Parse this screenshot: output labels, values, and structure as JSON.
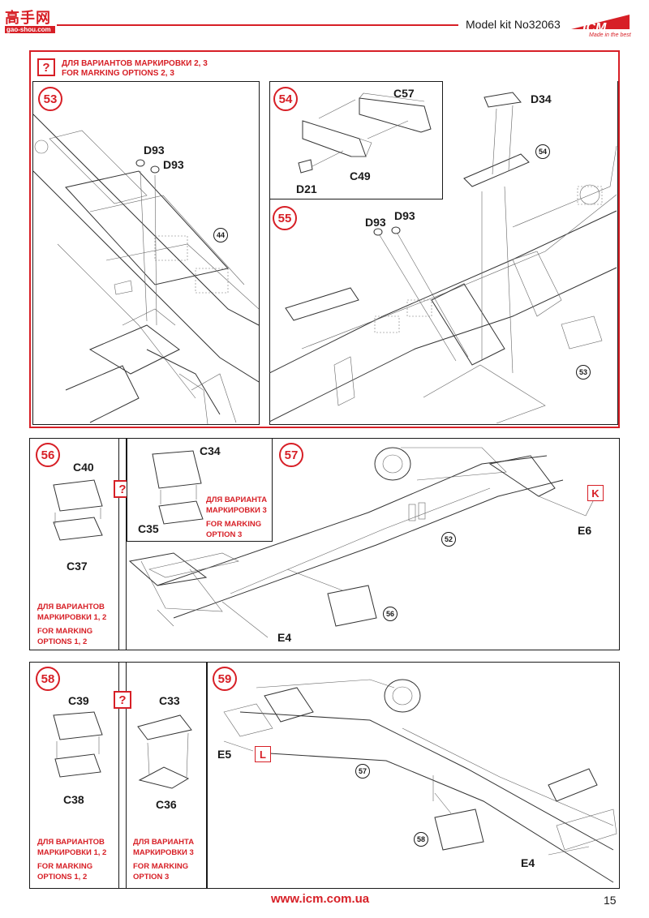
{
  "header": {
    "logo_text": "高手网",
    "logo_sub": "gao-shou.com",
    "title": "Model kit No32063",
    "brand": "ICM",
    "brand_tagline": "Made in the best"
  },
  "colors": {
    "accent": "#d71f26",
    "ink": "#1a1a1a"
  },
  "top_note": {
    "ru": "ДЛЯ ВАРИАНТОВ МАРКИРОВКИ 2, 3",
    "en": "FOR MARKING OPTIONS 2, 3",
    "badge": "?"
  },
  "step53": {
    "number": "53",
    "parts": [
      "D93",
      "D93"
    ],
    "ref": "44"
  },
  "step54": {
    "number": "54",
    "parts": [
      "C57",
      "C49",
      "D21"
    ]
  },
  "step55": {
    "number": "55",
    "parts": [
      "D34",
      "D93",
      "D93"
    ],
    "refs": [
      "54",
      "53"
    ]
  },
  "step56": {
    "number": "56",
    "parts": [
      "C40",
      "C37"
    ],
    "note_ru": [
      "ДЛЯ ВАРИАНТОВ",
      "МАРКИРОВКИ 1, 2"
    ],
    "note_en": [
      "FOR MARKING",
      "OPTIONS 1, 2"
    ],
    "badge": "?",
    "alt_parts": [
      "C34",
      "C35"
    ],
    "alt_note_ru": [
      "ДЛЯ ВАРИАНТА",
      "МАРКИРОВКИ 3"
    ],
    "alt_note_en": [
      "FOR MARKING",
      "OPTION 3"
    ]
  },
  "step57": {
    "number": "57",
    "parts": [
      "E6",
      "E4"
    ],
    "letter": "K",
    "refs": [
      "52",
      "56"
    ]
  },
  "step58": {
    "number": "58",
    "parts": [
      "C39",
      "C38"
    ],
    "note_ru": [
      "ДЛЯ ВАРИАНТОВ",
      "МАРКИРОВКИ 1, 2"
    ],
    "note_en": [
      "FOR MARKING",
      "OPTIONS 1, 2"
    ],
    "badge": "?",
    "alt_parts": [
      "C33",
      "C36"
    ],
    "alt_note_ru": [
      "ДЛЯ ВАРИАНТА",
      "МАРКИРОВКИ 3"
    ],
    "alt_note_en": [
      "FOR MARKING",
      "OPTION 3"
    ]
  },
  "step59": {
    "number": "59",
    "parts": [
      "E5",
      "E4"
    ],
    "letter": "L",
    "refs": [
      "57",
      "58"
    ]
  },
  "footer": {
    "url": "www.icm.com.ua",
    "page": "15"
  }
}
